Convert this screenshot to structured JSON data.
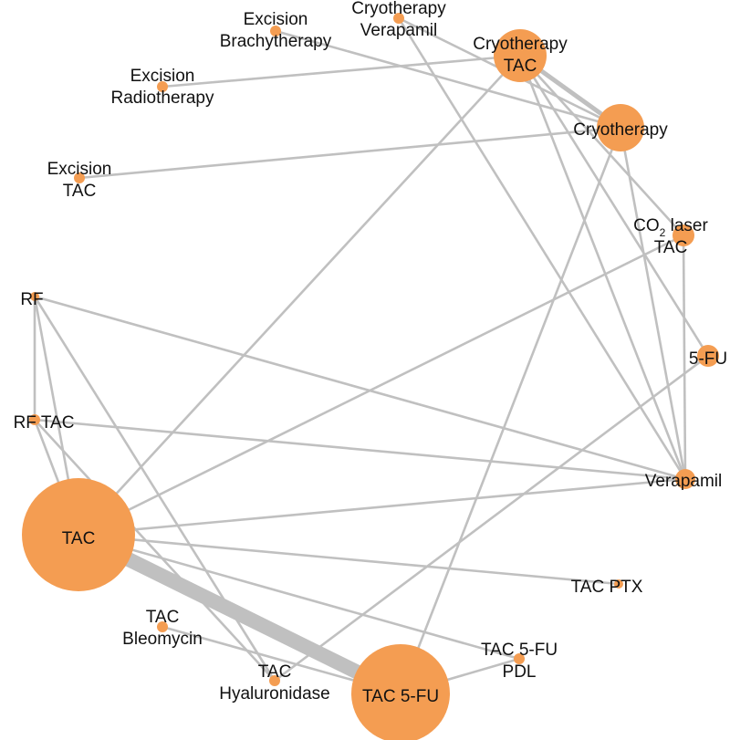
{
  "style": {
    "edge_color": "#c0c0c0",
    "node_color": "#f49d52",
    "label_color": "#111111"
  },
  "nodes": [
    {
      "id": "excision-brachy",
      "lines": [
        "Excision",
        "Brachytherapy"
      ]
    },
    {
      "id": "cryo-verapamil",
      "lines": [
        "Cryotherapy",
        "Verapamil"
      ]
    },
    {
      "id": "cryo-tac",
      "lines": [
        "Cryotherapy",
        "TAC"
      ]
    },
    {
      "id": "excision-radio",
      "lines": [
        "Excision",
        "Radiotherapy"
      ]
    },
    {
      "id": "cryotherapy",
      "lines": [
        "Cryotherapy"
      ]
    },
    {
      "id": "excision-tac",
      "lines": [
        "Excision",
        "TAC"
      ]
    },
    {
      "id": "co2-tac",
      "lines": [
        "CO2 laser",
        "TAC"
      ],
      "subscript": {
        "line": 0,
        "base": "CO",
        "sub": "2",
        "rest": " laser"
      }
    },
    {
      "id": "rf",
      "lines": [
        "RF"
      ]
    },
    {
      "id": "fu5",
      "lines": [
        "5-FU"
      ]
    },
    {
      "id": "rf-tac",
      "lines": [
        "RF TAC"
      ]
    },
    {
      "id": "verapamil",
      "lines": [
        "Verapamil"
      ]
    },
    {
      "id": "tac",
      "lines": [
        "TAC"
      ]
    },
    {
      "id": "tac-ptx",
      "lines": [
        "TAC PTX"
      ]
    },
    {
      "id": "tac-bleo",
      "lines": [
        "TAC",
        "Bleomycin"
      ]
    },
    {
      "id": "tac-5fu-pdl",
      "lines": [
        "TAC 5-FU",
        "PDL"
      ]
    },
    {
      "id": "tac-hyal",
      "lines": [
        "TAC",
        "Hyaluronidase"
      ]
    },
    {
      "id": "tac-5fu",
      "lines": [
        "TAC 5-FU"
      ]
    }
  ],
  "edges": [
    {
      "from": "excision-brachy",
      "to": "cryotherapy"
    },
    {
      "from": "excision-radio",
      "to": "cryo-tac"
    },
    {
      "from": "excision-tac",
      "to": "cryotherapy"
    },
    {
      "from": "cryo-verapamil",
      "to": "cryotherapy"
    },
    {
      "from": "cryo-verapamil",
      "to": "verapamil"
    },
    {
      "from": "cryo-tac",
      "to": "cryotherapy",
      "weight": 3
    },
    {
      "from": "cryo-tac",
      "to": "co2-tac"
    },
    {
      "from": "cryo-tac",
      "to": "fu5"
    },
    {
      "from": "cryo-tac",
      "to": "verapamil"
    },
    {
      "from": "cryo-tac",
      "to": "tac"
    },
    {
      "from": "cryotherapy",
      "to": "verapamil"
    },
    {
      "from": "cryotherapy",
      "to": "tac-5fu"
    },
    {
      "from": "co2-tac",
      "to": "tac"
    },
    {
      "from": "co2-tac",
      "to": "verapamil"
    },
    {
      "from": "fu5",
      "to": "tac-hyal"
    },
    {
      "from": "rf",
      "to": "rf-tac"
    },
    {
      "from": "rf",
      "to": "tac"
    },
    {
      "from": "rf",
      "to": "verapamil"
    },
    {
      "from": "rf",
      "to": "tac-hyal"
    },
    {
      "from": "rf-tac",
      "to": "tac"
    },
    {
      "from": "rf-tac",
      "to": "verapamil"
    },
    {
      "from": "rf-tac",
      "to": "tac-hyal"
    },
    {
      "from": "verapamil",
      "to": "tac"
    },
    {
      "from": "tac",
      "to": "tac-ptx"
    },
    {
      "from": "tac",
      "to": "tac-5fu",
      "weight": 5
    },
    {
      "from": "tac",
      "to": "tac-5fu-pdl"
    },
    {
      "from": "tac-5fu",
      "to": "tac-5fu-pdl"
    },
    {
      "from": "tac-5fu",
      "to": "tac-bleo"
    }
  ]
}
